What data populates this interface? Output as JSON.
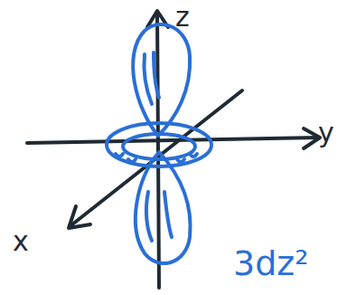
{
  "diagram": {
    "labels": [
      "z",
      "y",
      "x",
      "3dz²"
    ]
  }
}
